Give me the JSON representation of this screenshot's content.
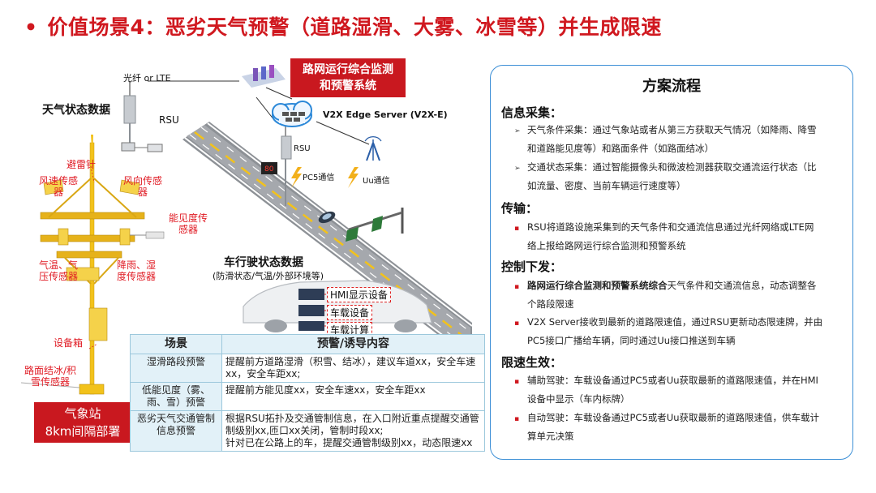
{
  "title": "价值场景4：恶劣天气预警（道路湿滑、大雾、冰雪等）并生成限速",
  "title_bullet": "•",
  "diagram": {
    "fiber_lte": "光纤 or LTE",
    "weather_state_data": "天气状态数据",
    "rsu_left": "RSU",
    "lightning_rod": "避雷针",
    "wind_speed_sensor": "风速传感器",
    "wind_dir_sensor": "风向传感器",
    "visibility_sensor": "能见度传感器",
    "temp_pressure_sensor": "气温、气压传感器",
    "rain_humidity_sensor": "降雨、湿度传感器",
    "equipment_box": "设备箱",
    "road_ice_sensor": "路面结冰/积雪传感器",
    "station_line1": "气象站",
    "station_line2": "8km间隔部署",
    "callout_line1": "路网运行综合监测",
    "callout_line2": "和预警系统",
    "edge_server": "V2X Edge Server (V2X-E)",
    "rsu_right": "RSU",
    "pc5": "PC5通信",
    "uu": "Uu通信",
    "sign_value": "80",
    "vehicle_state_data": "车行驶状态数据",
    "vehicle_state_sub": "(防滑状态/气温/外部环境等)",
    "hmi": "HMI显示设备",
    "onboard_device": "车载设备",
    "onboard_compute": "车载计算"
  },
  "scenario_table": {
    "headers": [
      "场景",
      "预警/诱导内容"
    ],
    "rows": [
      [
        "湿滑路段预警",
        "提醒前方道路湿滑（积雪、结冰），建议车道xx，安全车速xx，安全车距xx;"
      ],
      [
        "低能见度（雾、雨、雪）预警",
        "提醒前方能见度xx，安全车速xx，安全车距xx"
      ],
      [
        "恶劣天气交通管制信息预警",
        "根据RSU拓扑及交通管制信息，在入口附近重点提醒交通管制级别xx,匝口xx关闭，管制时段xx;",
        "针对已在公路上的车，提醒交通管制级别xx，动态限速xx"
      ]
    ]
  },
  "process": {
    "title": "方案流程",
    "sections": [
      {
        "heading": "信息采集：",
        "items": [
          {
            "marker": "➢",
            "lines": [
              "天气条件采集：通过气象站或者从第三方获取天气情况（如降雨、降雪",
              "和道路能见度等）和路面条件（如路面结冰）"
            ]
          },
          {
            "marker": "➢",
            "lines": [
              "交通状态采集：通过智能摄像头和微波检测器获取交通流运行状态（比",
              "如流量、密度、当前车辆运行速度等）"
            ]
          }
        ]
      },
      {
        "heading": "传输：",
        "items": [
          {
            "marker": "▪",
            "lines": [
              "RSU将道路设施采集到的天气条件和交通流信息通过光纤网络或LTE网",
              "络上报给路网运行综合监测和预警系统"
            ]
          }
        ]
      },
      {
        "heading": "控制下发：",
        "items": [
          {
            "marker": "▪",
            "bold": "路网运行综合监测和预警系统综合",
            "lines": [
              "天气条件和交通流信息，动态调整各",
              "个路段限速"
            ]
          },
          {
            "marker": "▪",
            "lines": [
              "V2X Server接收到最新的道路限速值，通过RSU更新动态限速牌，并由",
              "PC5接口广播给车辆，同时通过Uu接口推送到车辆"
            ]
          }
        ]
      },
      {
        "heading": "限速生效：",
        "items": [
          {
            "marker": "▪",
            "lines": [
              "辅助驾驶：车载设备通过PC5或者Uu获取最新的道路限速值，并在HMI",
              "设备中显示（车内标牌）"
            ]
          },
          {
            "marker": "▪",
            "lines": [
              "自动驾驶：车载设备通过PC5或者Uu获取最新的道路限速值，供车载计",
              "算单元决策"
            ]
          }
        ]
      }
    ]
  },
  "colors": {
    "accent_red": "#d0181f",
    "panel_border": "#3c8fd6",
    "table_header": "#e2f1f8",
    "mast_yellow": "#f2c21b"
  }
}
